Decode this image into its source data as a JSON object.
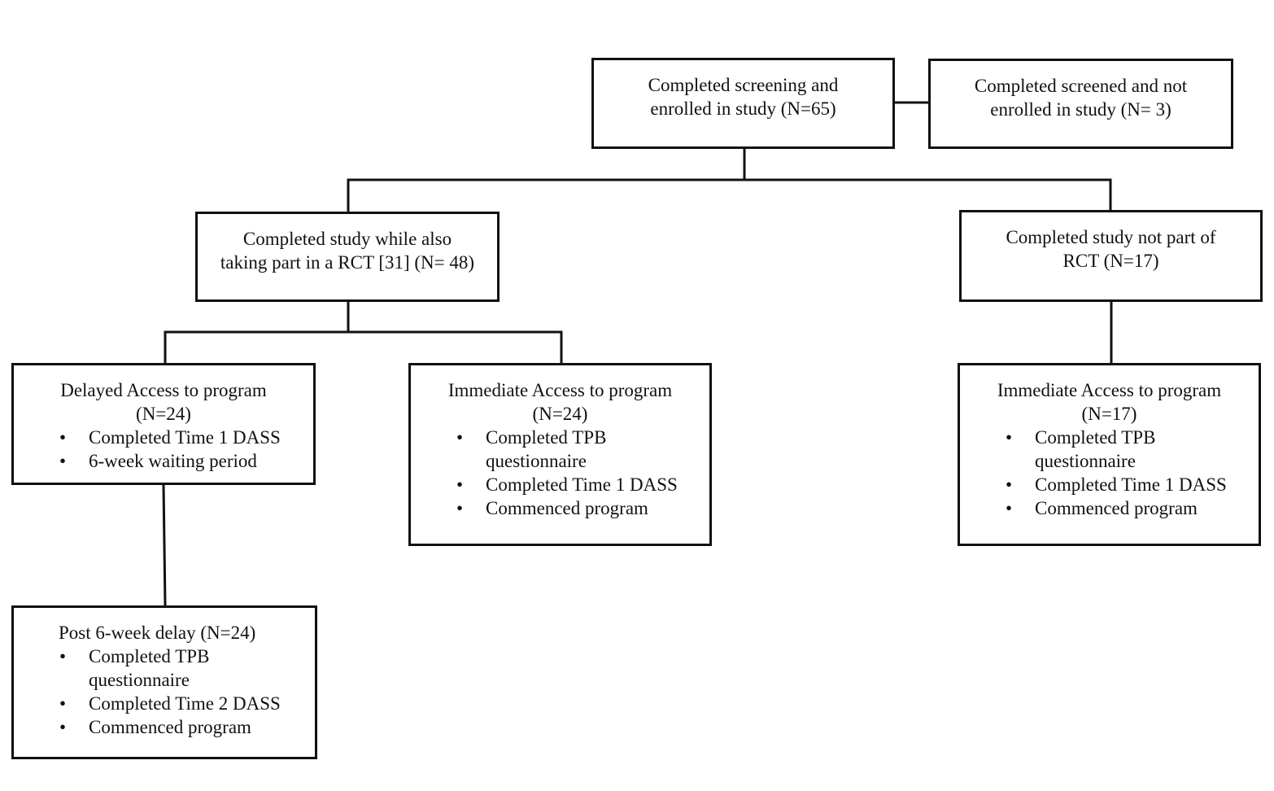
{
  "diagram": {
    "top": {
      "lines": [
        "Completed screening and",
        "enrolled in study (N=65)"
      ]
    },
    "not_enrolled": {
      "lines": [
        "Completed screened and not",
        "enrolled in study (N= 3)"
      ]
    },
    "rct": {
      "lines": [
        "Completed study while also",
        "taking part in a RCT [31] (N= 48)"
      ]
    },
    "not_rct": {
      "lines": [
        "Completed study not part of",
        "RCT (N=17)"
      ]
    },
    "delayed": {
      "heading": [
        "Delayed Access to program",
        "(N=24)"
      ],
      "items": [
        "Completed Time 1 DASS",
        "6-week waiting period"
      ]
    },
    "immediate_rct": {
      "heading": [
        "Immediate Access to program",
        "(N=24)"
      ],
      "items": [
        "Completed TPB questionnaire",
        "Completed Time 1 DASS",
        "Commenced program"
      ]
    },
    "immediate_nonrct": {
      "heading": [
        "Immediate Access to program",
        "(N=17)"
      ],
      "items": [
        "Completed TPB questionnaire",
        "Completed Time 1 DASS",
        "Commenced program"
      ]
    },
    "post_delay": {
      "heading": [
        "Post 6-week delay (N=24)"
      ],
      "items": [
        "Completed TPB questionnaire",
        "Completed Time 2 DASS",
        "Commenced program"
      ]
    },
    "bullet": "•"
  }
}
